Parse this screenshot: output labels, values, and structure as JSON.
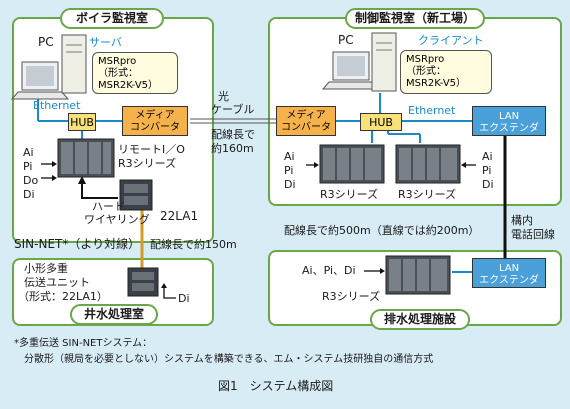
{
  "rooms": {
    "boiler": "ボイラ監視室",
    "control": "制御監視室（新工場）",
    "well": "井水処理室",
    "drain": "排水処理施設"
  },
  "left": {
    "pc": "PC",
    "server": "サーバ",
    "bubble": [
      "MSRpro",
      "（形式：",
      "MSR2K-V5）"
    ],
    "ethernet": "Ethernet",
    "hub": "HUB",
    "media": [
      "メディア",
      "コンバータ"
    ],
    "signals": [
      "Ai",
      "Pi",
      "Do",
      "Di"
    ],
    "remote": [
      "リモートI／O",
      "R3シリーズ"
    ],
    "hardwire": [
      "ハード",
      "ワイヤリング"
    ],
    "unit": "22LA1"
  },
  "fiber": {
    "label": [
      "光",
      "ケーブル"
    ],
    "length": [
      "配線長で",
      "約160m"
    ]
  },
  "right": {
    "pc": "PC",
    "client": "クライアント",
    "bubble": [
      "MSRpro",
      "（形式：",
      "MSR2K-V5）"
    ],
    "ethernet": "Ethernet",
    "hub": "HUB",
    "media": [
      "メディア",
      "コンバータ"
    ],
    "lan": [
      "LAN",
      "エクステンダ"
    ],
    "signals_a": [
      "Ai",
      "Pi",
      "Di"
    ],
    "signals_b": [
      "Ai",
      "Pi",
      "Di"
    ],
    "r3a": "R3シリーズ",
    "r3b": "R3シリーズ"
  },
  "sinnet": {
    "label": "SIN-NET*（より対線）",
    "length": "配線長で約150m"
  },
  "phone": {
    "length": "配線長で約500m（直線では約200m）",
    "line": [
      "構内",
      "電話回線"
    ]
  },
  "well": {
    "unit": [
      "小形多重",
      "伝送ユニット",
      "（形式：22LA1）"
    ],
    "di": "Di"
  },
  "drain": {
    "signals": "Ai、Pi、Di",
    "r3": "R3シリーズ",
    "lan": [
      "LAN",
      "エクステンダ"
    ]
  },
  "footnote": {
    "line1": "*多重伝送 SIN-NETシステム：",
    "line2": "分散形（親局を必要としない）システムを構築できる、エム・システム技研独自の通信方式"
  },
  "caption": "図1　システム構成図",
  "colors": {
    "background": "#d8ecf6",
    "room_border": "#6aa64a",
    "ethernet": "#1a8ac8",
    "hub": "#f9e17a",
    "media_converter": "#f6b24a",
    "lan_extender": "#4aa0d8",
    "sinnet_cable": "#d49a2a"
  }
}
